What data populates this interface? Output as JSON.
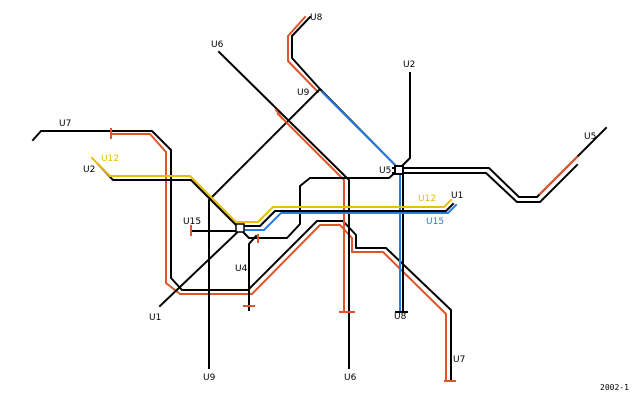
{
  "map": {
    "title": "",
    "caption": "2002-1",
    "colors": {
      "black": "#000000",
      "orange": "#e0542a",
      "yellow": "#e8c000",
      "blue": "#2a7ae0"
    },
    "labels": {
      "u8_top": "U8",
      "u6_top": "U6",
      "u2_top": "U2",
      "u9_top": "U9",
      "u7_left": "U7",
      "u12_left": "U12",
      "u2_left": "U2",
      "u5_mid": "U5",
      "u5_right": "U5",
      "u12_right": "U12",
      "u1_right": "U1",
      "u15_right": "U15",
      "u15_left": "U15",
      "u4": "U4",
      "u1_bottom": "U1",
      "u8_bottom": "U8",
      "u9_bottom": "U9",
      "u6_bottom": "U6",
      "u7_bottom": "U7"
    }
  }
}
